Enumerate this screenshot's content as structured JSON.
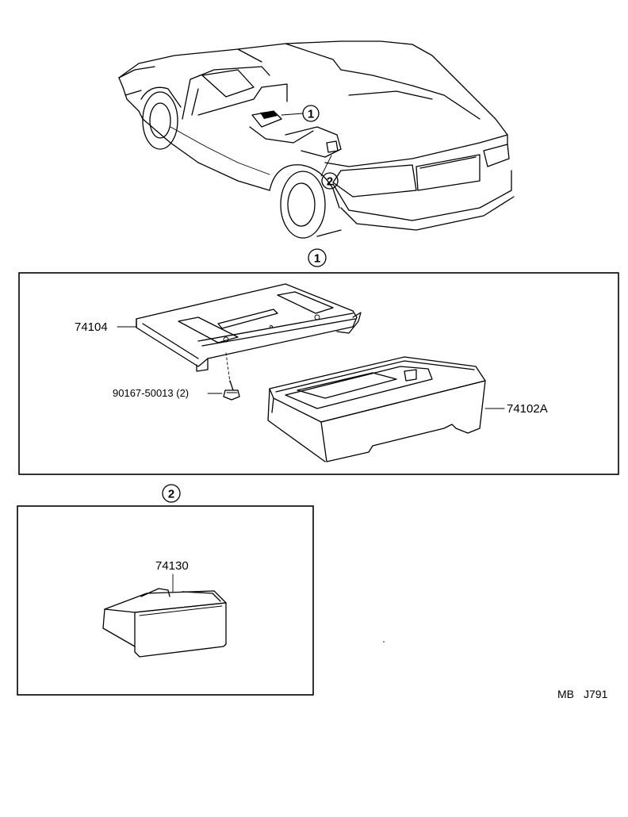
{
  "callouts": {
    "one": "1",
    "two": "2"
  },
  "parts": {
    "tray": "74104",
    "screw": "90167-50013 (2)",
    "ashtray_front": "74102A",
    "ashtray_rear": "74130"
  },
  "code": {
    "prefix": "MB",
    "number": "J791"
  }
}
